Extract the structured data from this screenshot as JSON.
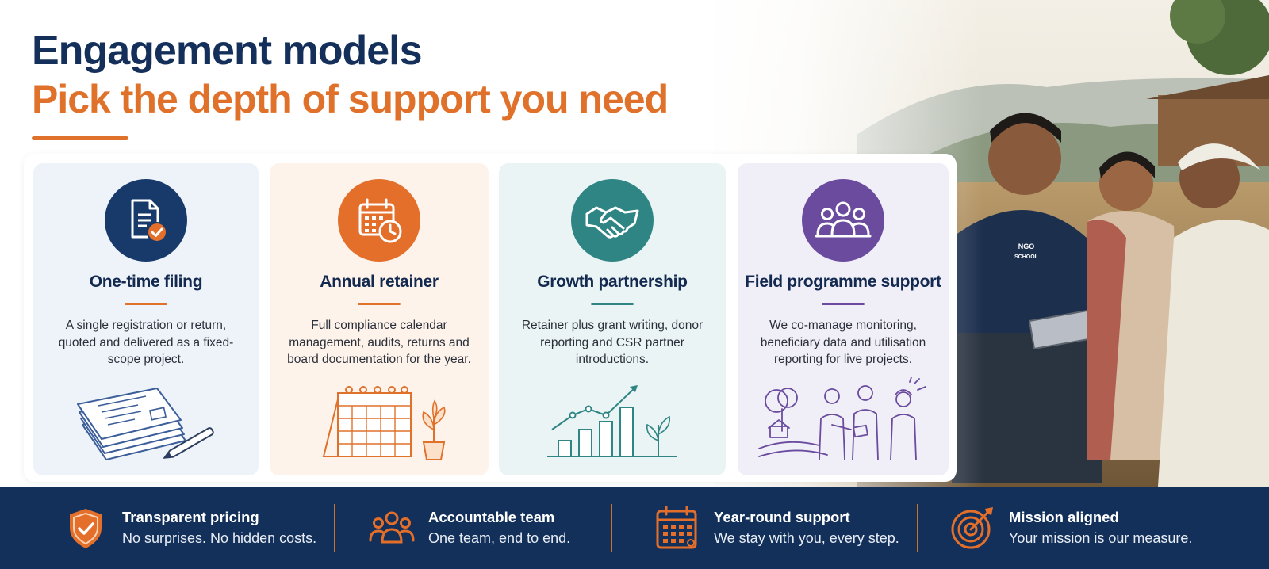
{
  "header": {
    "title": "Engagement models",
    "subtitle": "Pick the depth of support you need"
  },
  "photo": {
    "badge_text_line1": "NGO",
    "badge_text_line2": "SCHOOL"
  },
  "cards": [
    {
      "title": "One-time filing",
      "description": "A single registration or return, quoted and delivered as a fixed-scope project.",
      "icon": "document-check-icon",
      "accent": "#173a6b"
    },
    {
      "title": "Annual retainer",
      "description": "Full compliance calendar management, audits, returns and board documentation for the year.",
      "icon": "calendar-clock-icon",
      "accent": "#e36f2a"
    },
    {
      "title": "Growth partnership",
      "description": "Retainer plus grant writing, donor reporting and CSR partner introductions.",
      "icon": "handshake-icon",
      "accent": "#2f8584"
    },
    {
      "title": "Field programme support",
      "description": "We co-manage monitoring, beneficiary data and utilisation reporting for live projects.",
      "icon": "people-group-icon",
      "accent": "#6a4b9e"
    }
  ],
  "features": [
    {
      "title": "Transparent pricing",
      "text": "No surprises. No hidden costs.",
      "icon": "shield-check-icon"
    },
    {
      "title": "Accountable team",
      "text": "One team, end to end.",
      "icon": "team-icon"
    },
    {
      "title": "Year-round support",
      "text": "We stay with you, every step.",
      "icon": "calendar-icon"
    },
    {
      "title": "Mission aligned",
      "text": "Your mission is our measure.",
      "icon": "target-icon"
    }
  ],
  "colors": {
    "navy": "#14305a",
    "orange": "#e0712b",
    "teal": "#2f8584",
    "purple": "#6a4b9e",
    "banner": "#12305a"
  }
}
